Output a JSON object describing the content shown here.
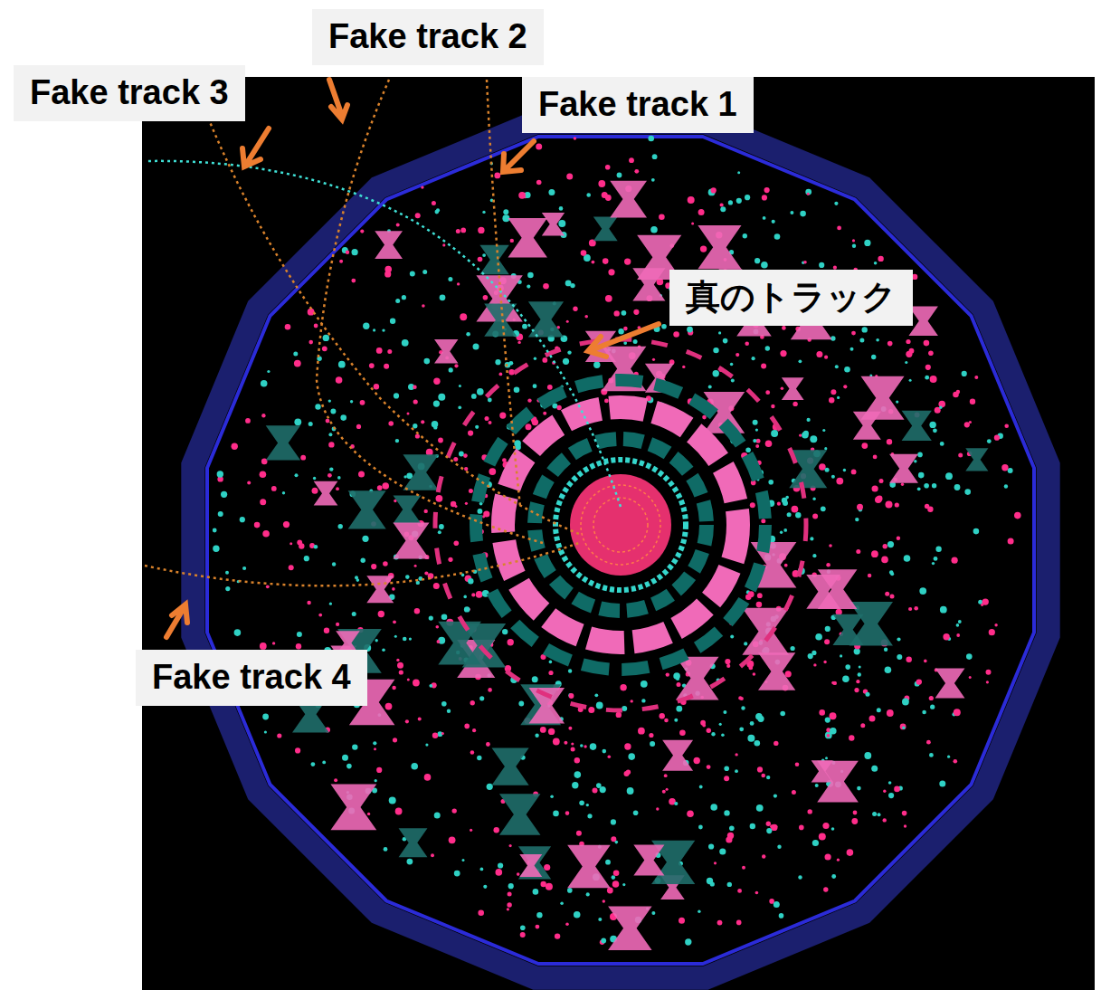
{
  "diagram": {
    "nodes": [
      {
        "text": [
          "Fake track 2"
        ]
      },
      {
        "text": [
          "Fake track 3"
        ]
      },
      {
        "text": [
          "Fake track 1"
        ]
      },
      {
        "text": [
          "真のトラック"
        ]
      },
      {
        "text": [
          "Fake track 4"
        ]
      }
    ]
  }
}
